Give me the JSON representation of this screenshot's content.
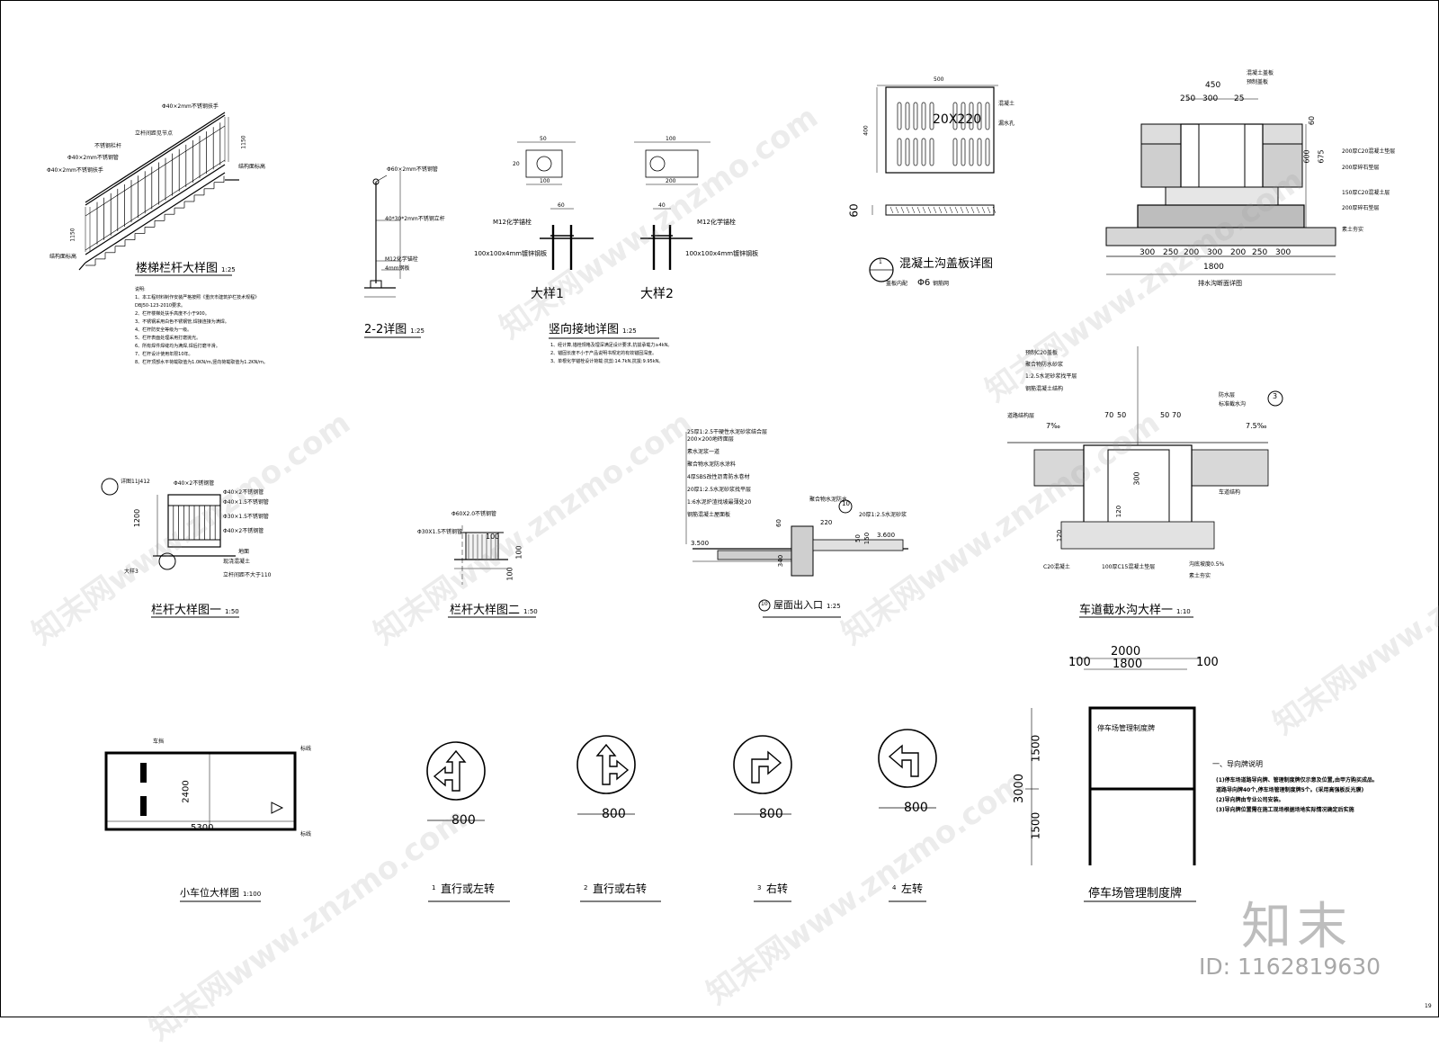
{
  "sheet": {
    "page_no": "19",
    "brand": "知末",
    "image_id": "ID: 1162819630",
    "watermark": "知末网www.znzmo.com"
  },
  "details": {
    "stair_railing": {
      "title": "楼梯栏杆大样图",
      "scale": "1:25",
      "dims": [
        "1150",
        "1150"
      ],
      "labels": [
        "Φ40×2mm不锈钢扶手",
        "立杆间距见节点",
        "不锈钢栏杆",
        "Φ40×2mm不锈钢管",
        "Φ40×2mm不锈钢扶手",
        "结构面标高",
        "结构面标高"
      ]
    },
    "notes": {
      "heading": "说明:",
      "items": [
        "1、本工程材料制作安装严格按照《重庆市建筑护栏技术规程》DBJ50-123-2010要求。",
        "2、栏杆楼梯处扶手高度不小于900。",
        "3、不锈钢采用白色不锈钢管,焊接连接为满焊。",
        "4、栏杆防安全等级为一级。",
        "5、栏杆表面处理采用打磨抛光。",
        "6、所有焊件焊缝均为满焊,焊后打磨平滑。",
        "7、栏杆设计使用年限10年。",
        "8、栏杆顶部水平荷载取值为1.0KN/m,竖向荷载取值为1.2KN/m。"
      ]
    },
    "section_22": {
      "title": "2-2详图",
      "scale": "1:25",
      "labels": [
        "Φ60×2mm不锈钢管",
        "40*30*2mm不锈钢立杆",
        "M12化学锚栓",
        "4mm钢板"
      ]
    },
    "grounding": {
      "title": "竖向接地详图",
      "scale": "1:25",
      "detail1": "大样1",
      "detail2": "大样2",
      "bolt": "M12化学锚栓",
      "plate": "100x100x4mm镀锌钢板",
      "dims": [
        "60",
        "40",
        "50",
        "20",
        "100",
        "200",
        "100"
      ],
      "notes": [
        "1、经计算,锚栓规格及埋深满足设计要求,抗拔承载力≥4kN。",
        "2、锚固长度不小于产品说明书规定的有效锚固深度。",
        "3、单根化学锚栓设计荷载:抗剪:14.7kN,抗拔:9.95kN。"
      ]
    },
    "cover_plate": {
      "title": "混凝土沟盖板详图",
      "circle_no": "1",
      "rebar": "Φ6",
      "label_left": "盖板内配",
      "label_right": "钢筋网",
      "slot": "20X220",
      "slot_note": "漏水孔",
      "dims": [
        "500",
        "400",
        "60"
      ],
      "material": "混凝土"
    },
    "drain_section": {
      "title": "排水沟断面详图",
      "top_dims": [
        "450",
        "250",
        "300",
        "25"
      ],
      "side_dims": [
        "60",
        "600",
        "675"
      ],
      "bottom_dims": [
        "300",
        "250",
        "200",
        "300",
        "200",
        "250",
        "300"
      ],
      "total": "1800",
      "labels": [
        "混凝土盖板",
        "预制盖板",
        "200厚C20混凝土垫层",
        "200厚碎石垫层",
        "150厚C20混凝土层",
        "200厚碎石垫层",
        "素土夯实"
      ]
    },
    "railing1": {
      "title": "栏杆大样图一",
      "scale": "1:50",
      "dim": "1200",
      "ref": "详图11J412",
      "tag": "大样3",
      "labels": [
        "Φ40×2不锈钢管",
        "Φ40×2不锈钢管",
        "Φ40×1.5不锈钢管",
        "Φ30×1.5不锈钢管",
        "Φ40×2不锈钢管",
        "地面",
        "现浇混凝土",
        "立杆间距不大于110"
      ]
    },
    "railing2": {
      "title": "栏杆大样图二",
      "scale": "1:50",
      "labels": [
        "Φ60X2.0不锈钢管",
        "Φ30X1.5不锈钢管",
        "100",
        "100",
        "100"
      ]
    },
    "roof_exit": {
      "title": "屋面出入口",
      "circle_no": "10",
      "scale": "1:25",
      "layers": [
        "25厚1:2.5干硬性水泥砂浆结合层",
        "200×200地砖面层",
        "素水泥浆一道",
        "聚合物水泥防水涂料",
        "4厚SBS改性沥青防水卷材",
        "20厚1:2.5水泥砂浆找平层",
        "1:6水泥炉渣找坡最薄处20",
        "钢筋混凝土屋面板"
      ],
      "levels": [
        "3.500",
        "3.600"
      ],
      "dims": [
        "60",
        "340",
        "220",
        "50",
        "150"
      ],
      "labels": [
        "聚合物水泥防水",
        "20厚1:2.5水泥砂浆"
      ]
    },
    "trench": {
      "title": "车道截水沟大样一",
      "scale": "1:10",
      "circle_no": "3",
      "top_labels": [
        "预制C20盖板",
        "聚合物防水砂浆",
        "1:2.5水泥砂浆找平层",
        "钢筋混凝土结构"
      ],
      "dims": [
        "70",
        "50",
        "50",
        "70",
        "300",
        "120",
        "120"
      ],
      "slope_left": "7‰",
      "slope_right": "7.5‰",
      "labels": [
        "道路结构层",
        "标准截水沟",
        "防水层",
        "车道结构",
        "C20混凝土",
        "100厚C15混凝土垫层",
        "沟底坡度0.5%",
        "素土夯实"
      ]
    },
    "parking": {
      "title": "小车位大样图",
      "scale": "1:100",
      "dims": [
        "2400",
        "5300"
      ],
      "labels": [
        "车挡",
        "标线",
        "标线"
      ]
    },
    "signs": [
      {
        "no": "1",
        "title": "直行或左转",
        "dim": "800"
      },
      {
        "no": "2",
        "title": "直行或右转",
        "dim": "800"
      },
      {
        "no": "3",
        "title": "右转",
        "dim": "800"
      },
      {
        "no": "4",
        "title": "左转",
        "dim": "800"
      }
    ],
    "board": {
      "title": "停车场管理制度牌",
      "board_text": "停车场管理制度牌",
      "top_dims": [
        "2000",
        "1800",
        "100",
        "100"
      ],
      "side_dims": [
        "3000",
        "1500",
        "1500"
      ]
    },
    "guide_notes": {
      "heading": "一、导向牌说明",
      "items": [
        "(1)停车场道路导向牌、管理制度牌仅示意及位置,由甲方购买成品。",
        "道路导向牌40个,停车场管理制度牌5个。(采用高强板反光膜)",
        "(2)导向牌由专业公司安装。",
        "(3)导向牌位置需在施工现场根据场地实际情况确定后实施"
      ]
    }
  }
}
